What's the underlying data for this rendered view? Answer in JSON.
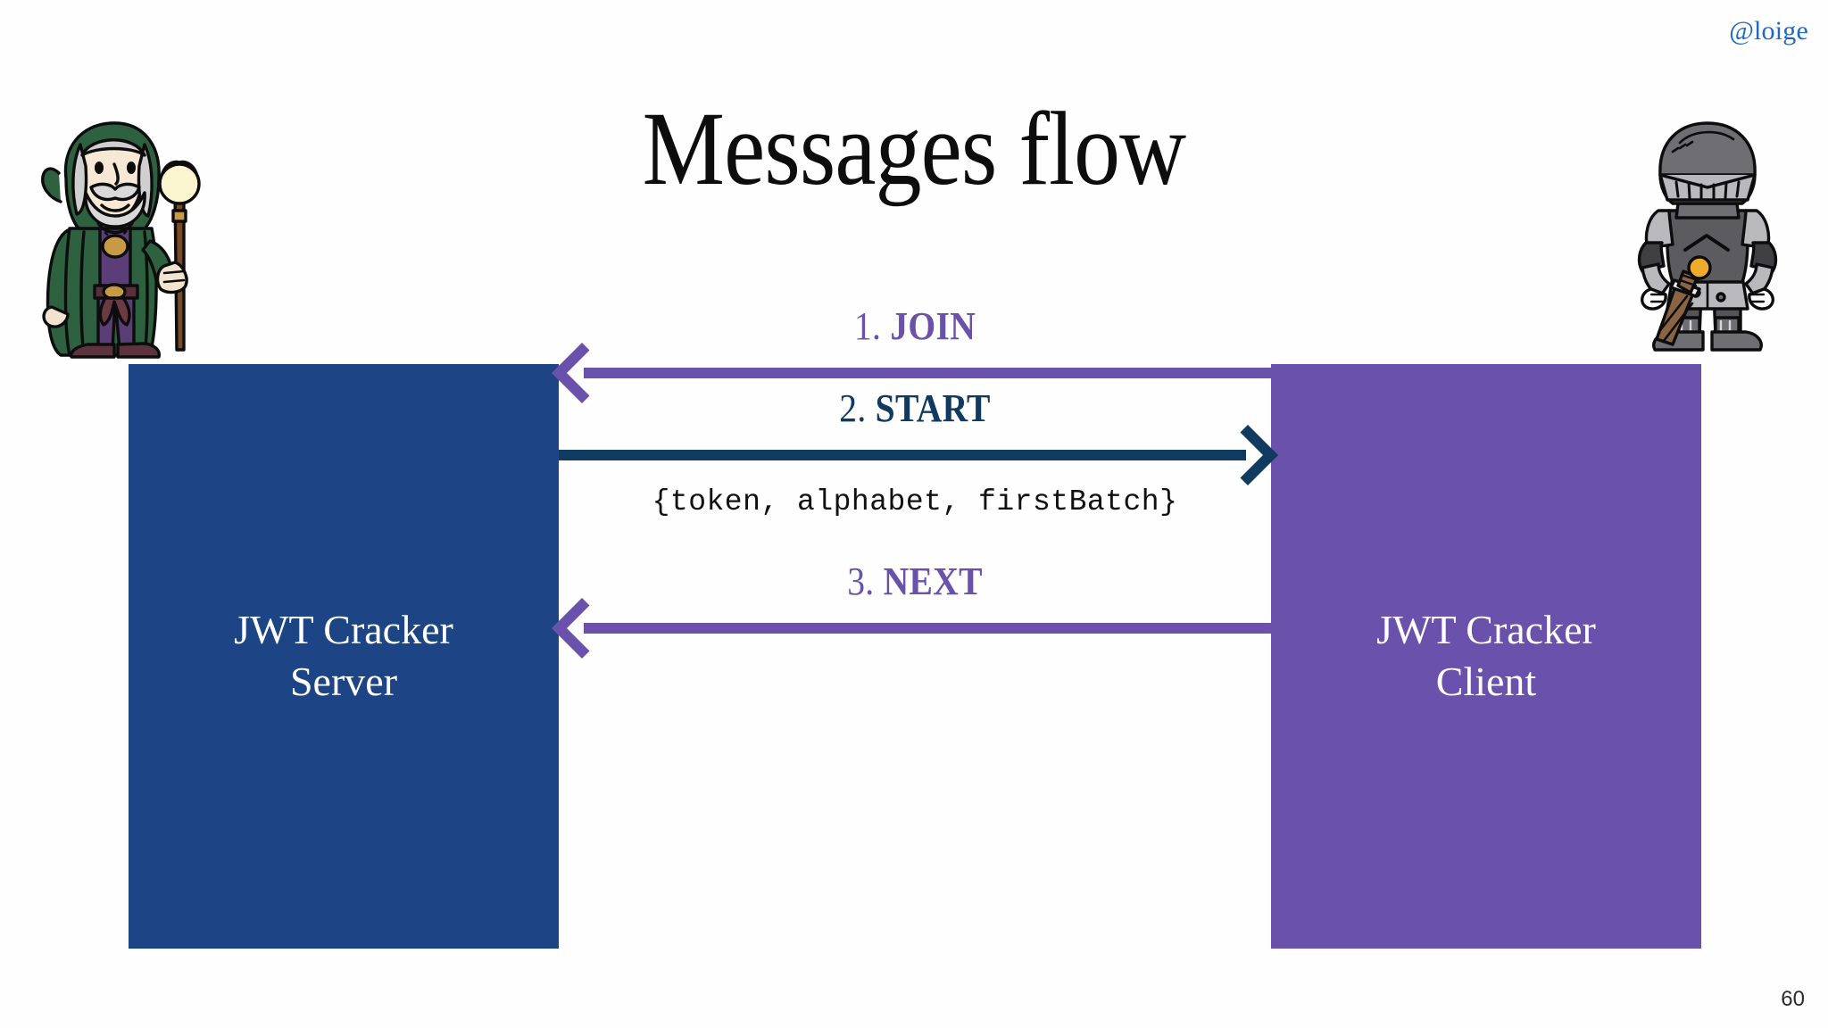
{
  "slide": {
    "handle": "@loige",
    "title": "Messages flow",
    "page_number": "60",
    "background_color": "#fefefe"
  },
  "diagram": {
    "type": "sequence",
    "participants": [
      {
        "id": "server",
        "name_line1": "JWT Cracker",
        "name_line2": "Server",
        "color": "#1d4586",
        "side": "left",
        "character": "wizard"
      },
      {
        "id": "client",
        "name_line1": "JWT Cracker",
        "name_line2": "Client",
        "color": "#6a51ab",
        "side": "right",
        "character": "knight"
      }
    ],
    "messages": [
      {
        "number": "1.",
        "label": "JOIN",
        "from": "client",
        "to": "server",
        "direction": "left",
        "color": "#6a51ab",
        "payload": ""
      },
      {
        "number": "2.",
        "label": "START",
        "from": "server",
        "to": "client",
        "direction": "right",
        "color": "#103a60",
        "payload": "{token, alphabet, firstBatch}"
      },
      {
        "number": "3.",
        "label": "NEXT",
        "from": "client",
        "to": "server",
        "direction": "left",
        "color": "#6a51ab",
        "payload": ""
      }
    ]
  },
  "icons": {
    "wizard": "wizard-character-icon",
    "knight": "knight-character-icon"
  }
}
